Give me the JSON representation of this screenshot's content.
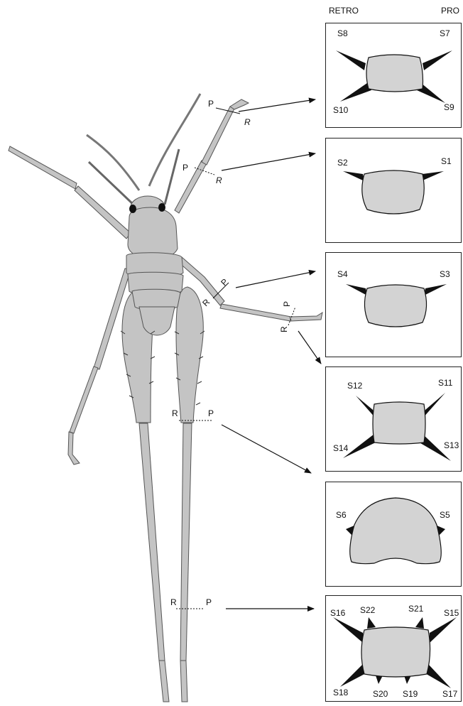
{
  "headers": {
    "left": "RETRO",
    "right": "PRO"
  },
  "cut_labels": {
    "prolateral": "P",
    "retrolateral": "R"
  },
  "panels": [
    {
      "spines": [
        "S8",
        "S7",
        "S10",
        "S9"
      ]
    },
    {
      "spines": [
        "S2",
        "S1"
      ]
    },
    {
      "spines": [
        "S4",
        "S3"
      ]
    },
    {
      "spines": [
        "S12",
        "S11",
        "S14",
        "S13"
      ]
    },
    {
      "spines": [
        "S6",
        "S5"
      ]
    },
    {
      "spines": [
        "S16",
        "S22",
        "S21",
        "S15",
        "S18",
        "S20",
        "S19",
        "S17"
      ]
    }
  ],
  "colors": {
    "body": "#c4c4c4",
    "outline": "#555555",
    "spine": "#111111",
    "cross_section": "#d3d3d3"
  }
}
